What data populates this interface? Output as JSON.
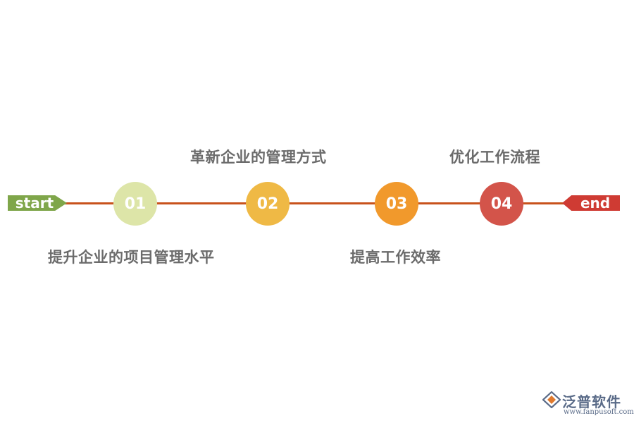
{
  "timeline": {
    "start": "start",
    "end": "end",
    "steps": [
      {
        "number": "01",
        "label": "提升企业的项目管理水平",
        "color": "#dde5a8"
      },
      {
        "number": "02",
        "label": "革新企业的管理方式",
        "color": "#efb945"
      },
      {
        "number": "03",
        "label": "提高工作效率",
        "color": "#f1992c"
      },
      {
        "number": "04",
        "label": "优化工作流程",
        "color": "#d3544a"
      }
    ],
    "line_color": "#c8521c",
    "start_color": "#7fa64a",
    "end_color": "#cf3b33"
  },
  "logo": {
    "name": "泛普软件",
    "url": "www.fanpusoft.com",
    "icon": "fanpu-logo-icon"
  }
}
